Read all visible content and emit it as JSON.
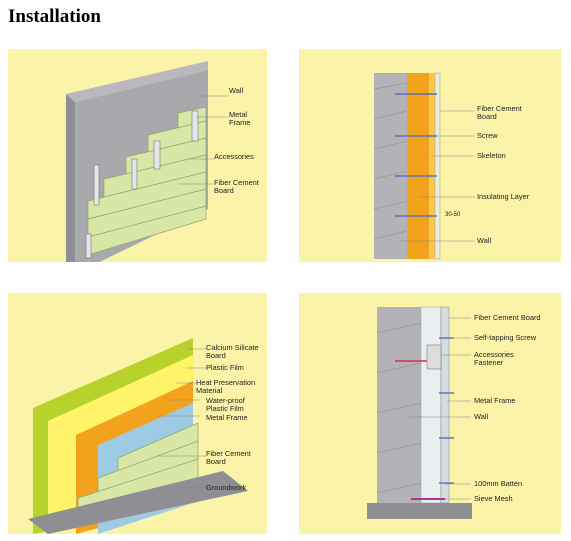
{
  "title": "Installation",
  "colors": {
    "panel_bg": "#fbf4a8",
    "board": "#d8e7a6",
    "orange": "#f3a21b",
    "green": "#b7d22a"
  },
  "panel1": {
    "labels": {
      "wall": "Wall",
      "metal_frame": "Metal\nFrame",
      "accessories": "Accessories",
      "fiber_cement_board": "Fiber Cement\nBoard"
    }
  },
  "panel2": {
    "labels": {
      "fiber_cement_board": "Fiber Cement\nBoard",
      "screw": "Screw",
      "skeleton": "Skeleton",
      "insulating_layer": "Insulating Layer",
      "dimension": "30-50",
      "wall": "Wall"
    }
  },
  "panel3": {
    "labels": {
      "calcium_silicate_board": "Calcium Silicate\nBoard",
      "plastic_film": "Plastic Film",
      "heat_preservation_material": "Heat Preservation\nMaterial",
      "water_proof_plastic_film": "Water-proof\nPlastic Film",
      "metal_frame": "Metal Frame",
      "fiber_cement_board": "Fiber Cement\nBoard",
      "groundwork": "Groundwork"
    }
  },
  "panel4": {
    "labels": {
      "fiber_cement_board": "Fiber Cement Board",
      "self_tapping_screw": "Self-tapping Screw",
      "accessories_fastener": "Accessories\nFastener",
      "metal_frame": "Metal Frame",
      "wall": "Wall",
      "batten": "100mm Batten",
      "sieve_mesh": "Sieve Mesh"
    }
  }
}
